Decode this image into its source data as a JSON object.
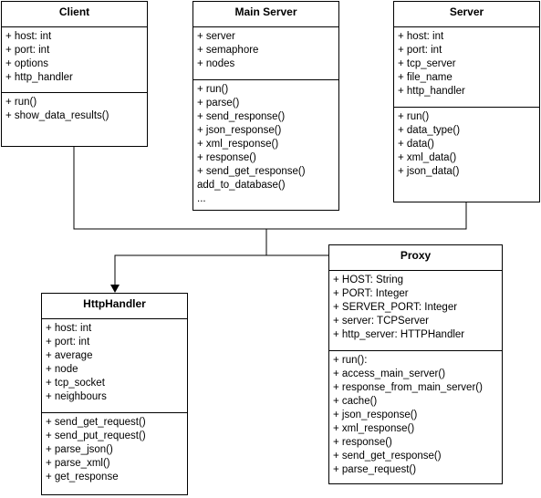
{
  "colors": {
    "stroke": "#000000",
    "fill": "#ffffff"
  },
  "classes": {
    "client": {
      "title": "Client",
      "attributes": [
        "+ host: int",
        "+ port: int",
        "+ options",
        "+ http_handler"
      ],
      "methods": [
        "+ run()",
        "+ show_data_results()"
      ]
    },
    "main_server": {
      "title": "Main Server",
      "attributes": [
        "+ server",
        "+ semaphore",
        "+ nodes"
      ],
      "methods": [
        "+ run()",
        "+ parse()",
        "+ send_response()",
        "+ json_response()",
        "+ xml_response()",
        "+ response()",
        "+ send_get_response()",
        "add_to_database()",
        "..."
      ]
    },
    "server": {
      "title": "Server",
      "attributes": [
        "+ host: int",
        "+ port: int",
        "+ tcp_server",
        "+ file_name",
        "+ http_handler"
      ],
      "methods": [
        "+ run()",
        "+ data_type()",
        "+ data()",
        "+ xml_data()",
        "+ json_data()"
      ]
    },
    "proxy": {
      "title": "Proxy",
      "attributes": [
        "+ HOST: String",
        "+ PORT: Integer",
        "+ SERVER_PORT: Integer",
        "+ server: TCPServer",
        "+ http_server: HTTPHandler"
      ],
      "methods": [
        "+ run():",
        "+ access_main_server()",
        "+ response_from_main_server()",
        "+ cache()",
        "+ json_response()",
        "+ xml_response()",
        "+ response()",
        "+ send_get_response()",
        "+ parse_request()"
      ]
    },
    "http_handler": {
      "title": "HttpHandler",
      "attributes": [
        "+ host: int",
        "+ port: int",
        "+ average",
        "+ node",
        "+ tcp_socket",
        "+ neighbours"
      ],
      "methods": [
        "+ send_get_request()",
        "+ send_put_request()",
        "+ parse_json()",
        "+ parse_xml()",
        "+ get_response"
      ]
    }
  }
}
